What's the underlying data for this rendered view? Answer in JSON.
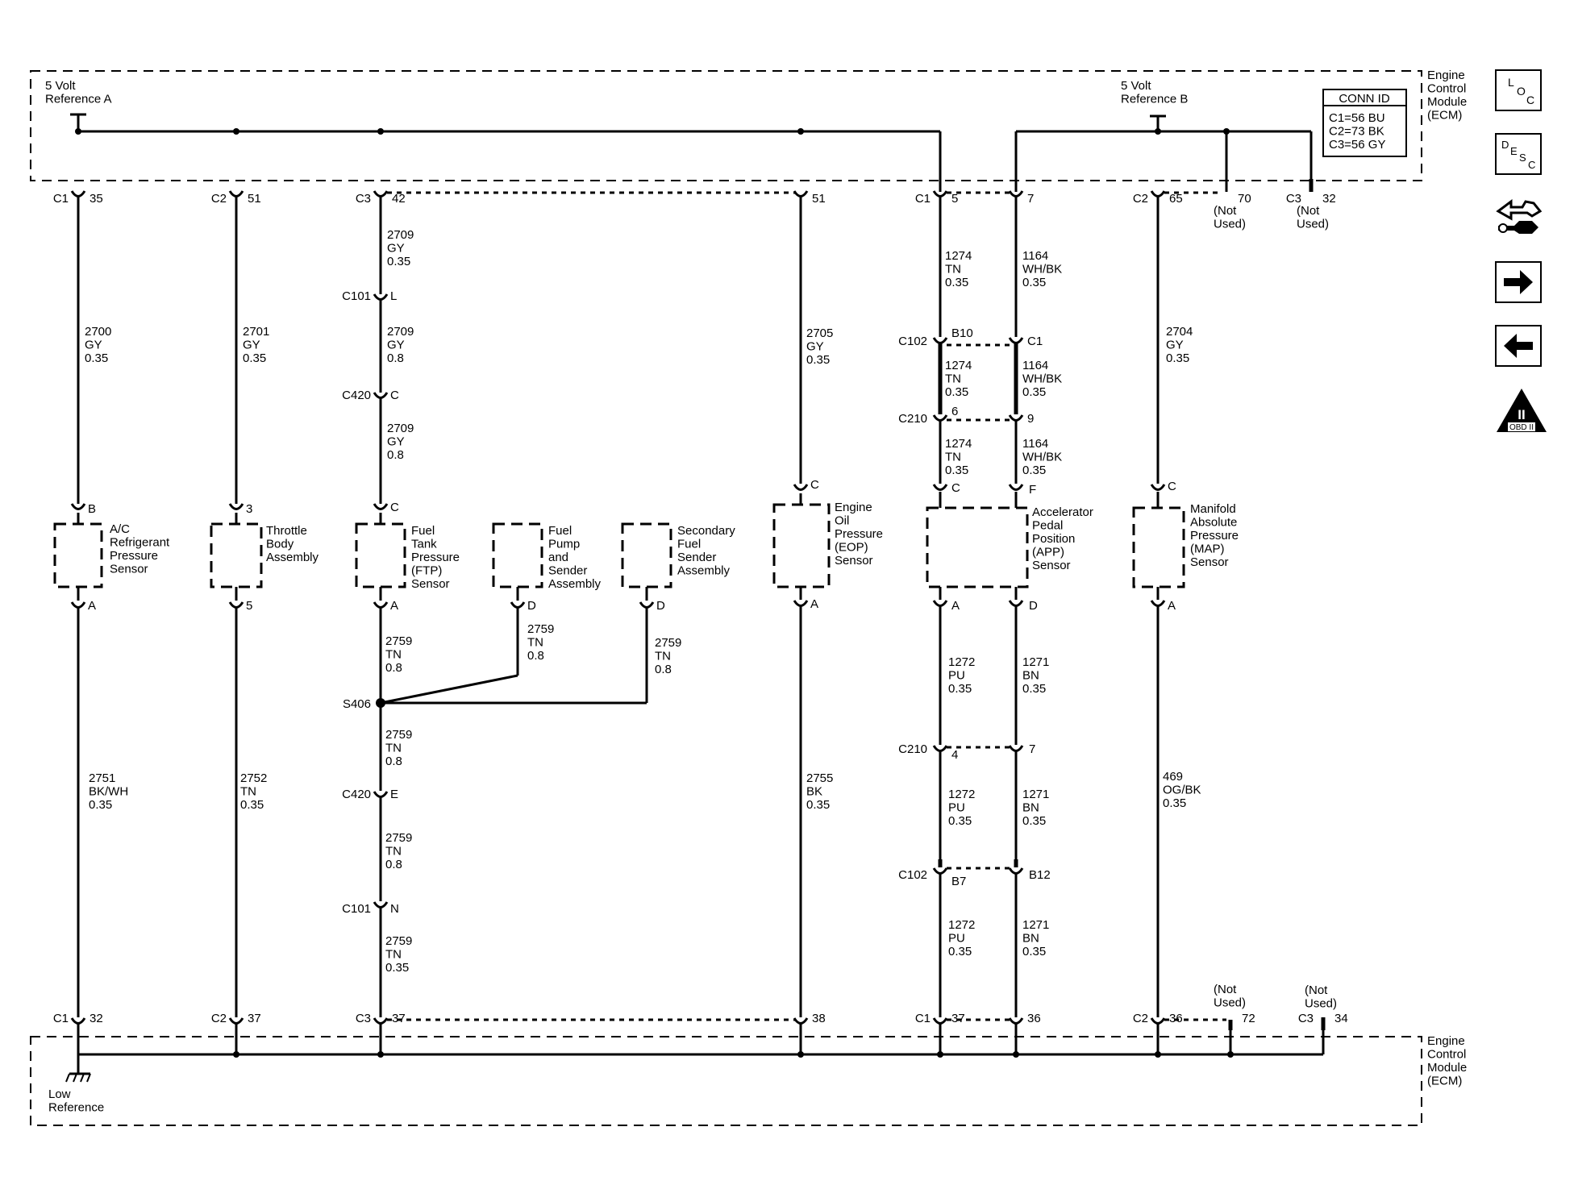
{
  "nav": {
    "loc": [
      "L",
      "O",
      "C"
    ],
    "desc": [
      "D",
      "E",
      "S",
      "C"
    ],
    "obd_numeral": "II",
    "obd_label": "OBD II",
    "icons": [
      "loc-icon",
      "desc-icon",
      "harness-wrench-icon",
      "arrow-right-icon",
      "arrow-left-icon",
      "obd-ii-icon"
    ]
  },
  "diagram": {
    "ecm_label": [
      "Engine",
      "Control",
      "Module",
      "(ECM)"
    ],
    "ref_a": [
      "5 Volt",
      "Reference A"
    ],
    "ref_b": [
      "5 Volt",
      "Reference B"
    ],
    "low_ref": [
      "Low",
      "Reference"
    ],
    "conn_id": {
      "title": "CONN ID",
      "lines": [
        "C1=56 BU",
        "C2=73 BK",
        "C3=56 GY"
      ]
    },
    "not_used": [
      "(Not",
      "Used)"
    ],
    "top_pins": [
      {
        "conn": "C1",
        "pin": "35"
      },
      {
        "conn": "C2",
        "pin": "51"
      },
      {
        "conn": "C3",
        "pin": "42"
      },
      {
        "conn": "",
        "pin": "51"
      },
      {
        "conn": "C1",
        "pin": "5"
      },
      {
        "conn": "",
        "pin": "7"
      },
      {
        "conn": "C2",
        "pin": "65"
      },
      {
        "conn": "",
        "pin": "70"
      },
      {
        "conn": "C3",
        "pin": "32"
      }
    ],
    "bottom_pins": [
      {
        "conn": "C1",
        "pin": "32"
      },
      {
        "conn": "C2",
        "pin": "37"
      },
      {
        "conn": "C3",
        "pin": "37"
      },
      {
        "conn": "",
        "pin": "38"
      },
      {
        "conn": "C1",
        "pin": "37"
      },
      {
        "conn": "",
        "pin": "36"
      },
      {
        "conn": "C2",
        "pin": "36"
      },
      {
        "conn": "",
        "pin": "72"
      },
      {
        "conn": "C3",
        "pin": "34"
      }
    ],
    "wires": [
      [
        "2700",
        "GY",
        "0.35"
      ],
      [
        "2701",
        "GY",
        "0.35"
      ],
      [
        "2709",
        "GY",
        "0.35"
      ],
      [
        "2709",
        "GY",
        "0.8"
      ],
      [
        "2709",
        "GY",
        "0.8"
      ],
      [
        "2705",
        "GY",
        "0.35"
      ],
      [
        "1274",
        "TN",
        "0.35"
      ],
      [
        "1274",
        "TN",
        "0.35"
      ],
      [
        "1274",
        "TN",
        "0.35"
      ],
      [
        "1164",
        "WH/BK",
        "0.35"
      ],
      [
        "1164",
        "WH/BK",
        "0.35"
      ],
      [
        "1164",
        "WH/BK",
        "0.35"
      ],
      [
        "2704",
        "GY",
        "0.35"
      ],
      [
        "2751",
        "BK/WH",
        "0.35"
      ],
      [
        "2752",
        "TN",
        "0.35"
      ],
      [
        "2759",
        "TN",
        "0.8"
      ],
      [
        "2759",
        "TN",
        "0.8"
      ],
      [
        "2759",
        "TN",
        "0.8"
      ],
      [
        "2759",
        "TN",
        "0.8"
      ],
      [
        "2759",
        "TN",
        "0.8"
      ],
      [
        "2759",
        "TN",
        "0.35"
      ],
      [
        "2755",
        "BK",
        "0.35"
      ],
      [
        "1272",
        "PU",
        "0.35"
      ],
      [
        "1272",
        "PU",
        "0.35"
      ],
      [
        "1272",
        "PU",
        "0.35"
      ],
      [
        "1271",
        "BN",
        "0.35"
      ],
      [
        "1271",
        "BN",
        "0.35"
      ],
      [
        "1271",
        "BN",
        "0.35"
      ],
      [
        "469",
        "OG/BK",
        "0.35"
      ]
    ],
    "inline_connectors": [
      {
        "conn": "C101",
        "pin": "L"
      },
      {
        "conn": "C420",
        "pin": "C"
      },
      {
        "conn": "C102",
        "pin": "B10"
      },
      {
        "conn": "",
        "pin": "C1"
      },
      {
        "conn": "C210",
        "pin": "6"
      },
      {
        "conn": "",
        "pin": "9"
      },
      {
        "conn": "S406",
        "pin": ""
      },
      {
        "conn": "C210",
        "pin": "4"
      },
      {
        "conn": "",
        "pin": "7"
      },
      {
        "conn": "C420",
        "pin": "E"
      },
      {
        "conn": "C102",
        "pin": "B7"
      },
      {
        "conn": "",
        "pin": "B12"
      },
      {
        "conn": "C101",
        "pin": "N"
      }
    ],
    "components": [
      {
        "name": [
          "A/C",
          "Refrigerant",
          "Pressure",
          "Sensor"
        ],
        "pins": [
          "B",
          "A"
        ]
      },
      {
        "name": [
          "Throttle",
          "Body",
          "Assembly"
        ],
        "pins": [
          "3",
          "5"
        ]
      },
      {
        "name": [
          "Fuel",
          "Tank",
          "Pressure",
          "(FTP)",
          "Sensor"
        ],
        "pins": [
          "C",
          "A"
        ]
      },
      {
        "name": [
          "Fuel",
          "Pump",
          "and",
          "Sender",
          "Assembly"
        ],
        "pins": [
          "D"
        ]
      },
      {
        "name": [
          "Secondary",
          "Fuel",
          "Sender",
          "Assembly"
        ],
        "pins": [
          "D"
        ]
      },
      {
        "name": [
          "Engine",
          "Oil",
          "Pressure",
          "(EOP)",
          "Sensor"
        ],
        "pins": [
          "C",
          "A"
        ]
      },
      {
        "name": [
          "Accelerator",
          "Pedal",
          "Position",
          "(APP)",
          "Sensor"
        ],
        "pins": [
          "C",
          "F",
          "A",
          "D"
        ]
      },
      {
        "name": [
          "Manifold",
          "Absolute",
          "Pressure",
          "(MAP)",
          "Sensor"
        ],
        "pins": [
          "C",
          "A"
        ]
      }
    ]
  }
}
